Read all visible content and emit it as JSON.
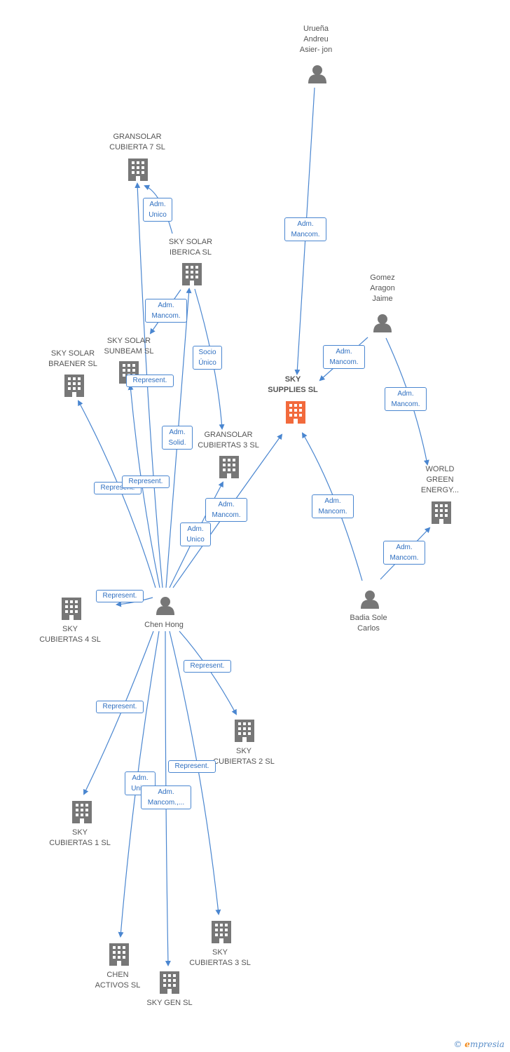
{
  "colors": {
    "edge": "#4a86d0",
    "building": "#777777",
    "focus_building": "#f26a3c",
    "person": "#777777"
  },
  "nodes": {
    "urruena": {
      "label": "Urueña\nAndreu\nAsier- jon",
      "icon": "person-icon"
    },
    "gransolar7": {
      "label": "GRANSOLAR\nCUBIERTA 7  SL",
      "icon": "building-icon"
    },
    "skysolar_iberica": {
      "label": "SKY SOLAR\nIBERICA SL",
      "icon": "building-icon"
    },
    "gomez": {
      "label": "Gomez\nAragon\nJaime",
      "icon": "person-icon"
    },
    "skysolar_sunbeam": {
      "label": "SKY SOLAR\nSUNBEAM SL",
      "icon": "building-icon"
    },
    "skysolar_braener": {
      "label": "SKY SOLAR\nBRAENER SL",
      "icon": "building-icon"
    },
    "sky_supplies": {
      "label": "SKY\nSUPPLIES SL",
      "icon": "building-icon"
    },
    "gransolar3": {
      "label": "GRANSOLAR\nCUBIERTAS 3 SL",
      "icon": "building-icon"
    },
    "world_green": {
      "label": "WORLD\nGREEN\nENERGY...",
      "icon": "building-icon"
    },
    "chen_hong": {
      "label": "Chen Hong",
      "icon": "person-icon"
    },
    "badia": {
      "label": "Badia Sole\nCarlos",
      "icon": "person-icon"
    },
    "sky_cub4": {
      "label": "SKY\nCUBIERTAS 4 SL",
      "icon": "building-icon"
    },
    "sky_cub2": {
      "label": "SKY\nCUBIERTAS 2 SL",
      "icon": "building-icon"
    },
    "sky_cub1": {
      "label": "SKY\nCUBIERTAS 1 SL",
      "icon": "building-icon"
    },
    "sky_cub3": {
      "label": "SKY\nCUBIERTAS 3 SL",
      "icon": "building-icon"
    },
    "chen_activos": {
      "label": "CHEN\nACTIVOS SL",
      "icon": "building-icon"
    },
    "sky_gen": {
      "label": "SKY GEN  SL",
      "icon": "building-icon"
    }
  },
  "edges": {
    "adm_unico_g7": "Adm.\nUnico",
    "adm_mancom_urruena": "Adm.\nMancom.",
    "adm_mancom_iberica": "Adm.\nMancom.",
    "socio_unico": "Socio\nÚnico",
    "adm_mancom_gomez": "Adm.\nMancom.",
    "adm_mancom_world": "Adm.\nMancom.",
    "represent_sunbeam": "Represent.",
    "adm_solid": "Adm.\nSolid.",
    "represent_braener": "Represent.",
    "represent_b2": "Represent.",
    "adm_mancom_chen_supplies": "Adm.\nMancom.",
    "adm_unico_g3": "Adm.\nUnico",
    "adm_mancom_badia": "Adm.\nMancom.",
    "adm_mancom_badia_world": "Adm.\nMancom.",
    "represent_cub4": "Represent.",
    "represent_cub2": "Represent.",
    "represent_cub1": "Represent.",
    "adm_unico_activos": "Adm.\nUnico",
    "represent_cub3": "Represent.",
    "adm_mancom_gen": "Adm.\nMancom.,..."
  },
  "brand": {
    "copyright": "©",
    "initial": "e",
    "name": "mpresia"
  }
}
